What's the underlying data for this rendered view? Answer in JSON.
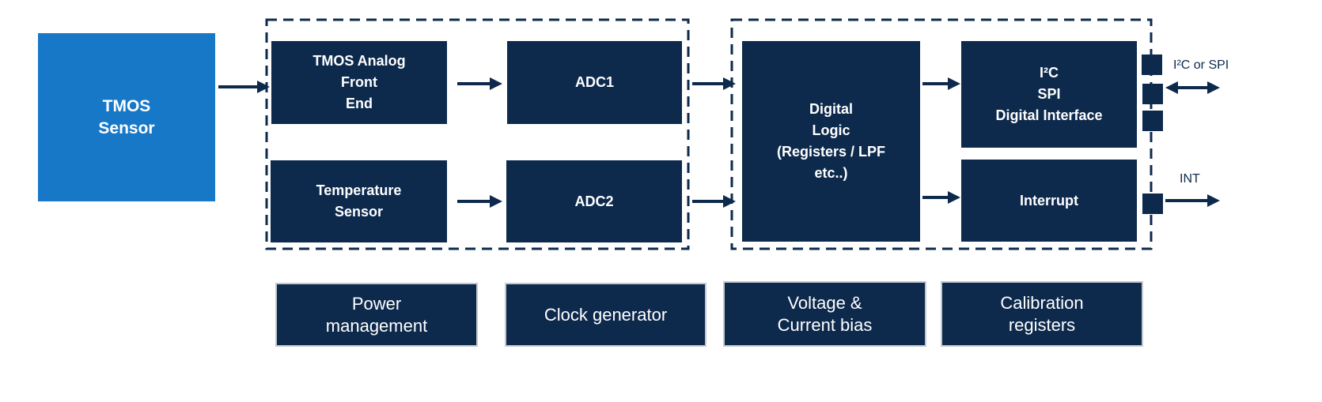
{
  "diagram": {
    "sensor": {
      "label": "TMOS\nSensor"
    },
    "analog_group": {
      "afe": "TMOS Analog\nFront\nEnd",
      "adc1": "ADC1",
      "temp_sensor": "Temperature\nSensor",
      "adc2": "ADC2"
    },
    "digital_group": {
      "digital_logic": "Digital\nLogic\n(Registers / LPF\netc..)",
      "digital_interface": "I²C\nSPI\nDigital Interface",
      "interrupt": "Interrupt"
    },
    "support_blocks": [
      "Power\nmanagement",
      "Clock generator",
      "Voltage &\nCurrent bias",
      "Calibration\nregisters"
    ],
    "labels": {
      "bus": "I²C or SPI",
      "int": "INT"
    },
    "colors": {
      "navy": "#0d2a4d",
      "sensor_blue": "#1878c8",
      "support_border": "#c4c9d0",
      "text_on_dark": "#ffffff"
    }
  }
}
